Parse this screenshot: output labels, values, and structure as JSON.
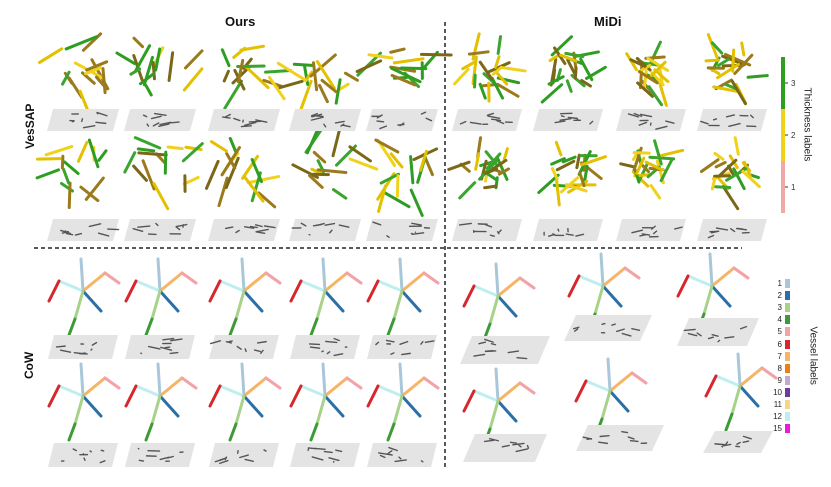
{
  "headers": {
    "ours": "Ours",
    "midi": "MiDi"
  },
  "rows": {
    "vessap": "VesSAP",
    "cow": "CoW"
  },
  "thickness_legend": {
    "title": "Thickness labels",
    "ticks": [
      "3",
      "2",
      "1"
    ],
    "colors": [
      "#2e9e22",
      "#f0d21c",
      "#f0a8a8"
    ]
  },
  "vessel_legend": {
    "title": "Vessel labels",
    "items": [
      {
        "label": "1",
        "color": "#a9c7da"
      },
      {
        "label": "2",
        "color": "#2b6fa6"
      },
      {
        "label": "3",
        "color": "#a8d28a"
      },
      {
        "label": "4",
        "color": "#3c9a37"
      },
      {
        "label": "5",
        "color": "#f2a3a8"
      },
      {
        "label": "6",
        "color": "#d7262c"
      },
      {
        "label": "7",
        "color": "#f6b466"
      },
      {
        "label": "8",
        "color": "#ef7d10"
      },
      {
        "label": "9",
        "color": "#c2a8d3"
      },
      {
        "label": "10",
        "color": "#6a3d9a"
      },
      {
        "label": "11",
        "color": "#f3d97b"
      },
      {
        "label": "12",
        "color": "#bfeef0"
      },
      {
        "label": "15",
        "color": "#ee19d8"
      }
    ]
  },
  "palettes": {
    "vessap": [
      "#2e9e22",
      "#f0d21c",
      "#9a7a1a",
      "#e3c000",
      "#3aa52e",
      "#7a6818"
    ],
    "cow": [
      "#a9c7da",
      "#2b6fa6",
      "#a8d28a",
      "#3c9a37",
      "#f2a3a8",
      "#d7262c",
      "#f6b466",
      "#ef7d10",
      "#c2a8d3",
      "#6a3d9a",
      "#f3d97b",
      "#bfeef0",
      "#ee19d8"
    ]
  }
}
